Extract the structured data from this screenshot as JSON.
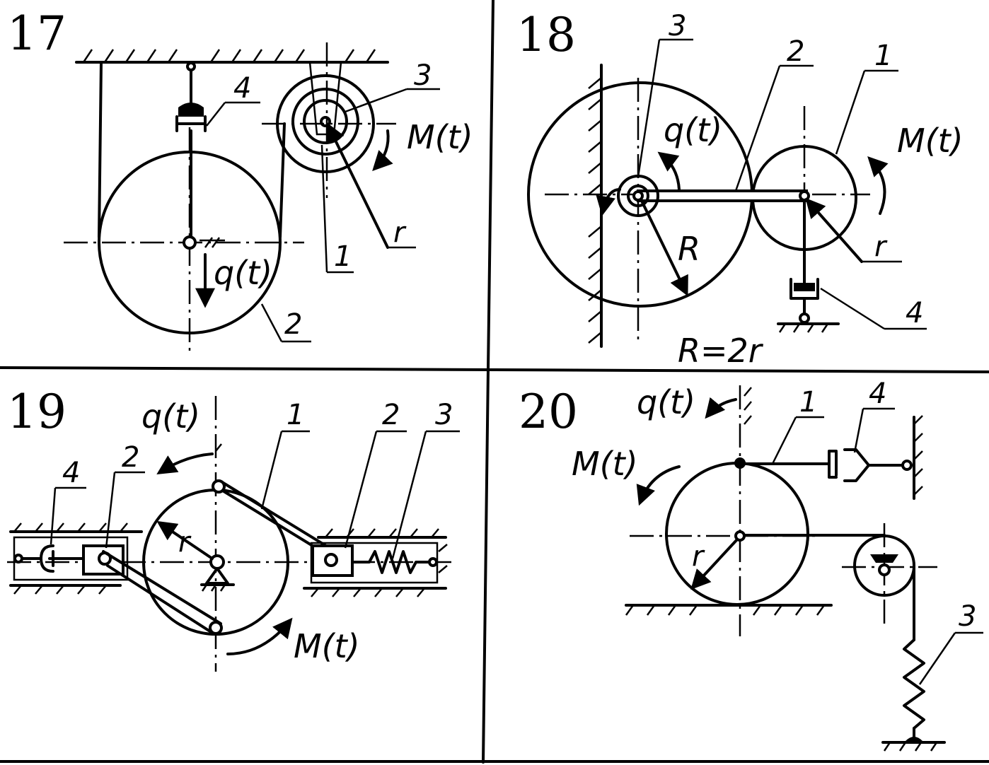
{
  "panels": [
    {
      "number": "17",
      "labels": {
        "p1": "1",
        "p2": "2",
        "p3": "3",
        "p4": "4",
        "r": "r",
        "q": "q(t)",
        "m": "M(t)"
      }
    },
    {
      "number": "18",
      "labels": {
        "p1": "1",
        "p2": "2",
        "p3": "3",
        "p4": "4",
        "r": "r",
        "R": "R",
        "q": "q(t)",
        "m": "M(t)"
      },
      "relation": "R=2r"
    },
    {
      "number": "19",
      "labels": {
        "p1": "1",
        "p2a": "2",
        "p2b": "2",
        "p3": "3",
        "p4": "4",
        "r": "r",
        "q": "q(t)",
        "m": "M(t)"
      }
    },
    {
      "number": "20",
      "labels": {
        "p1": "1",
        "p3": "3",
        "p4": "4",
        "r": "r",
        "q": "q(t)",
        "m": "M(t)"
      }
    }
  ],
  "colors": {
    "ink": "#000000",
    "background": "#ffffff"
  }
}
